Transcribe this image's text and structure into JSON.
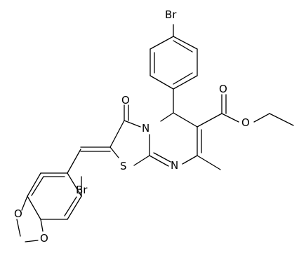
{
  "molecule": {
    "atoms": {
      "br_top": "Br",
      "br_bottom": "Br",
      "o_ketone": "O",
      "o_ester_carbonyl": "O",
      "o_ester": "O",
      "o_dioxole_upper": "O",
      "o_dioxole_lower": "O",
      "n_ring": "N",
      "n_imine": "N",
      "s_ring": "S"
    }
  }
}
